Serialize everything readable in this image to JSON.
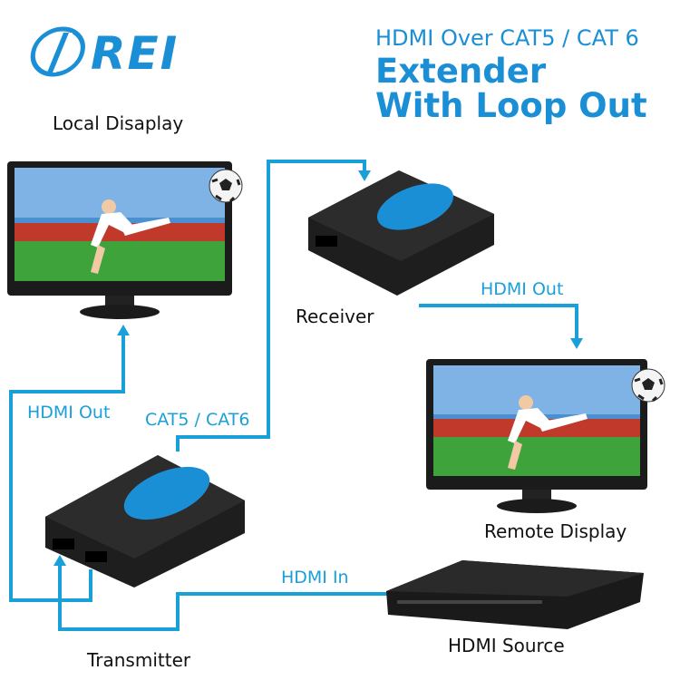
{
  "brand": {
    "name": "REI",
    "color": "#1a8fd6"
  },
  "title": {
    "line1": "HDMI Over CAT5 / CAT 6",
    "line2": "Extender",
    "line3": "With Loop Out"
  },
  "labels": {
    "local_display": "Local Disaplay",
    "receiver": "Receiver",
    "remote_display": "Remote Display",
    "transmitter": "Transmitter",
    "hdmi_source": "HDMI Source",
    "hdmi_out_left": "HDMI Out",
    "hdmi_out_right": "HDMI Out",
    "cat_cable": "CAT5 / CAT6",
    "hdmi_in": "HDMI In"
  },
  "colors": {
    "cable": "#1aa0d8",
    "accent": "#1a8fd6"
  }
}
